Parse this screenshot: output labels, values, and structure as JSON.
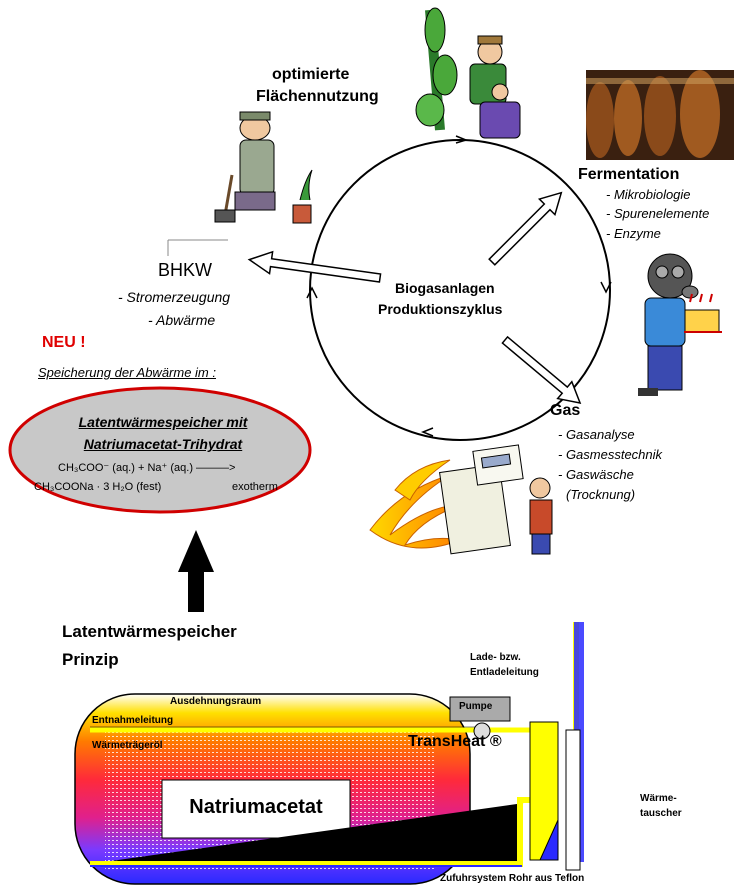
{
  "cycle": {
    "center_line1": "Biogasanlagen",
    "center_line2": "Produktionszyklus"
  },
  "land": {
    "line1": "optimierte",
    "line2": "Flächennutzung"
  },
  "fermentation": {
    "title": "Fermentation",
    "items": [
      "- Mikrobiologie",
      "- Spurenelemente",
      "- Enzyme"
    ]
  },
  "gas": {
    "title": "Gas",
    "items": [
      "- Gasanalyse",
      "- Gasmesstechnik",
      "- Gaswäsche",
      "(Trocknung)"
    ]
  },
  "bhkw": {
    "title": "BHKW",
    "items": [
      "- Stromerzeugung",
      "- Abwärme"
    ]
  },
  "neu": {
    "label": "NEU !",
    "subtitle": "Speicherung der Abwärme im :"
  },
  "storage_ellipse": {
    "title1": "Latentwärmespeicher mit",
    "title2": "Natriumacetat-Trihydrat",
    "eq1": "CH₃COO⁻ (aq.) + Na⁺ (aq.) ———>",
    "eq2": "CH₃COONa · 3 H₂O (fest)",
    "eq2_suffix": "exotherm"
  },
  "principle": {
    "title1": "Latentwärmespeicher",
    "title2": "Prinzip"
  },
  "tank": {
    "expansion": "Ausdehnungsraum",
    "extraction": "Entnahmeleitung",
    "oil": "Wärmeträgeröl",
    "core": "Natriumacetat",
    "pump": "Pumpe",
    "brand": "TransHeat ®",
    "charge_line1": "Lade- bzw.",
    "charge_line2": "Entladeleitung",
    "exchanger_line1": "Wärme-",
    "exchanger_line2": "tauscher",
    "supply": "Zufuhrsystem Rohr aus Teflon"
  },
  "icons": [
    "farmer-icon",
    "harvest-icon",
    "cellar-icon",
    "gas-mask-icon",
    "furnace-icon"
  ],
  "colors": {
    "ellipse_border": "#d00000",
    "ellipse_fill": "#c8c8c8",
    "neu": "#e00000",
    "pipe_yellow": "#ffff00",
    "pipe_blue": "#2a2aff"
  }
}
